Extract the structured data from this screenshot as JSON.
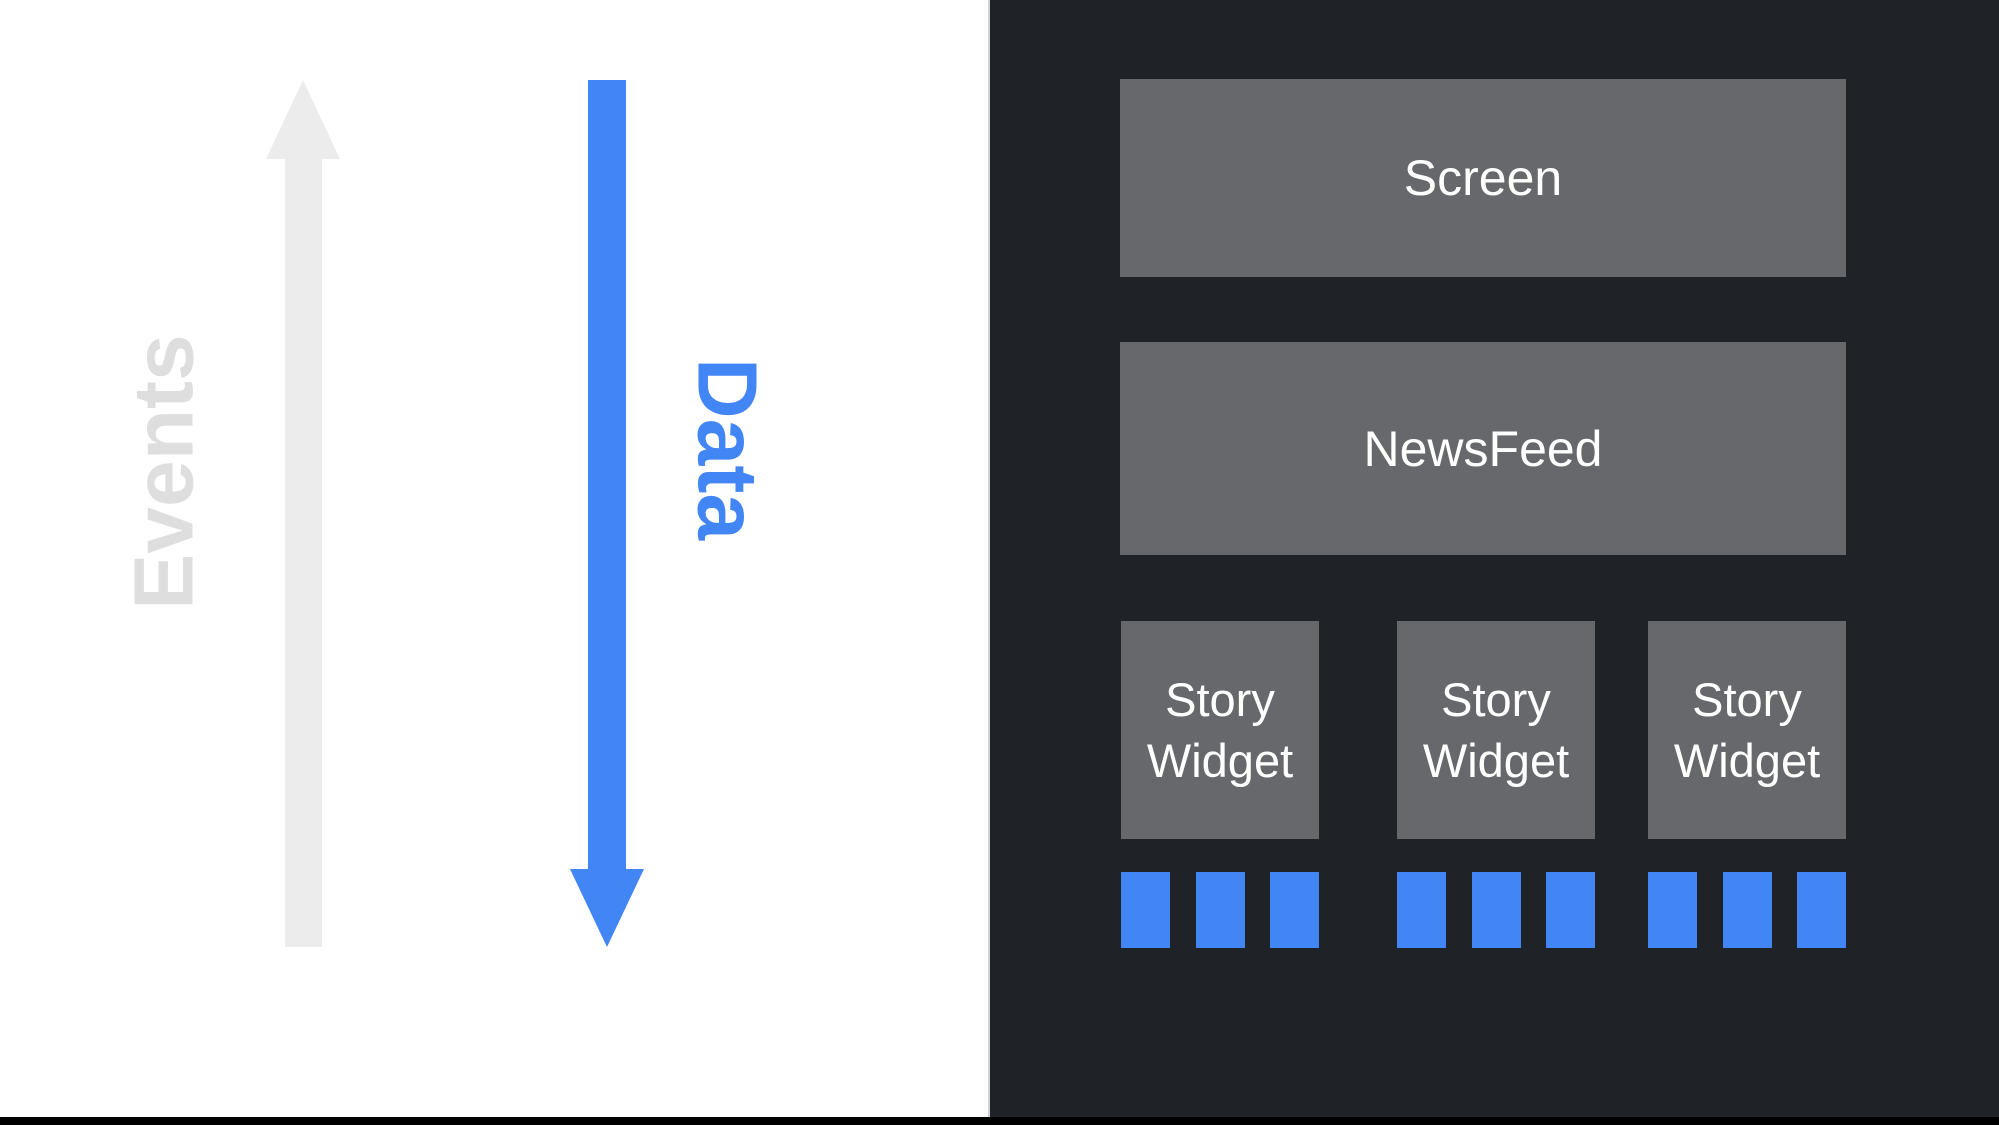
{
  "flow": {
    "events_label": "Events",
    "data_label": "Data",
    "events_direction": "up",
    "data_direction": "down"
  },
  "widget_tree": {
    "screen": {
      "label": "Screen"
    },
    "newsfeed": {
      "label": "NewsFeed"
    },
    "story_widgets": [
      {
        "line1": "Story",
        "line2": "Widget",
        "tile_count": 3
      },
      {
        "line1": "Story",
        "line2": "Widget",
        "tile_count": 3
      },
      {
        "line1": "Story",
        "line2": "Widget",
        "tile_count": 3
      }
    ]
  },
  "colors": {
    "background_left": "#ffffff",
    "panel_background": "#1f2227",
    "panel_edge_line": "#ccd2d8",
    "box_gray": "#66686b",
    "box_text": "#ffffff",
    "accent_blue": "#4285f4",
    "arrow_gray": "#ececec",
    "events_text_gray": "#dedede",
    "bottom_bar_black": "#000000"
  }
}
